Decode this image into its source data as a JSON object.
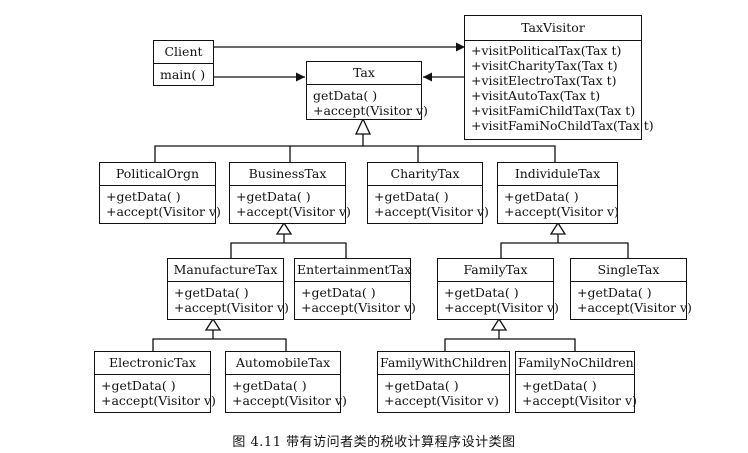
{
  "classes": {
    "client": {
      "name": "Client",
      "ops": [
        "main( )"
      ]
    },
    "taxvisitor": {
      "name": "TaxVisitor",
      "ops": [
        "+visitPoliticalTax(Tax t)",
        "+visitCharityTax(Tax t)",
        "+visitElectroTax(Tax t)",
        "+visitAutoTax(Tax t)",
        "+visitFamiChildTax(Tax t)",
        "+visitFamiNoChildTax(Tax t)"
      ]
    },
    "tax": {
      "name": "Tax",
      "ops": [
        "getData( )",
        "+accept(Visitor v)"
      ]
    },
    "political": {
      "name": "PoliticalOrgn",
      "ops": [
        "+getData( )",
        "+accept(Visitor v)"
      ]
    },
    "business": {
      "name": "BusinessTax",
      "ops": [
        "+getData( )",
        "+accept(Visitor v)"
      ]
    },
    "charity": {
      "name": "CharityTax",
      "ops": [
        "+getData( )",
        "+accept(Visitor v)"
      ]
    },
    "individual": {
      "name": "IndividuleTax",
      "ops": [
        "+getData( )",
        "+accept(Visitor v)"
      ]
    },
    "manufacture": {
      "name": "ManufactureTax",
      "ops": [
        "+getData( )",
        "+accept(Visitor v)"
      ]
    },
    "entertainment": {
      "name": "EntertainmentTax",
      "ops": [
        "+getData( )",
        "+accept(Visitor v)"
      ]
    },
    "family": {
      "name": "FamilyTax",
      "ops": [
        "+getData( )",
        "+accept(Visitor v)"
      ]
    },
    "single": {
      "name": "SingleTax",
      "ops": [
        "+getData( )",
        "+accept(Visitor v)"
      ]
    },
    "electronic": {
      "name": "ElectronicTax",
      "ops": [
        "+getData( )",
        "+accept(Visitor v)"
      ]
    },
    "automobile": {
      "name": "AutomobileTax",
      "ops": [
        "+getData( )",
        "+accept(Visitor v)"
      ]
    },
    "famwithchild": {
      "name": "FamilyWithChildren",
      "ops": [
        "+getData( )",
        "+accept(Visitor v)"
      ]
    },
    "famnochild": {
      "name": "FamilyNoChildren",
      "ops": [
        "+getData( )",
        "+accept(Visitor v)"
      ]
    }
  },
  "caption": "图 4.11   带有访问者类的税收计算程序设计类图"
}
